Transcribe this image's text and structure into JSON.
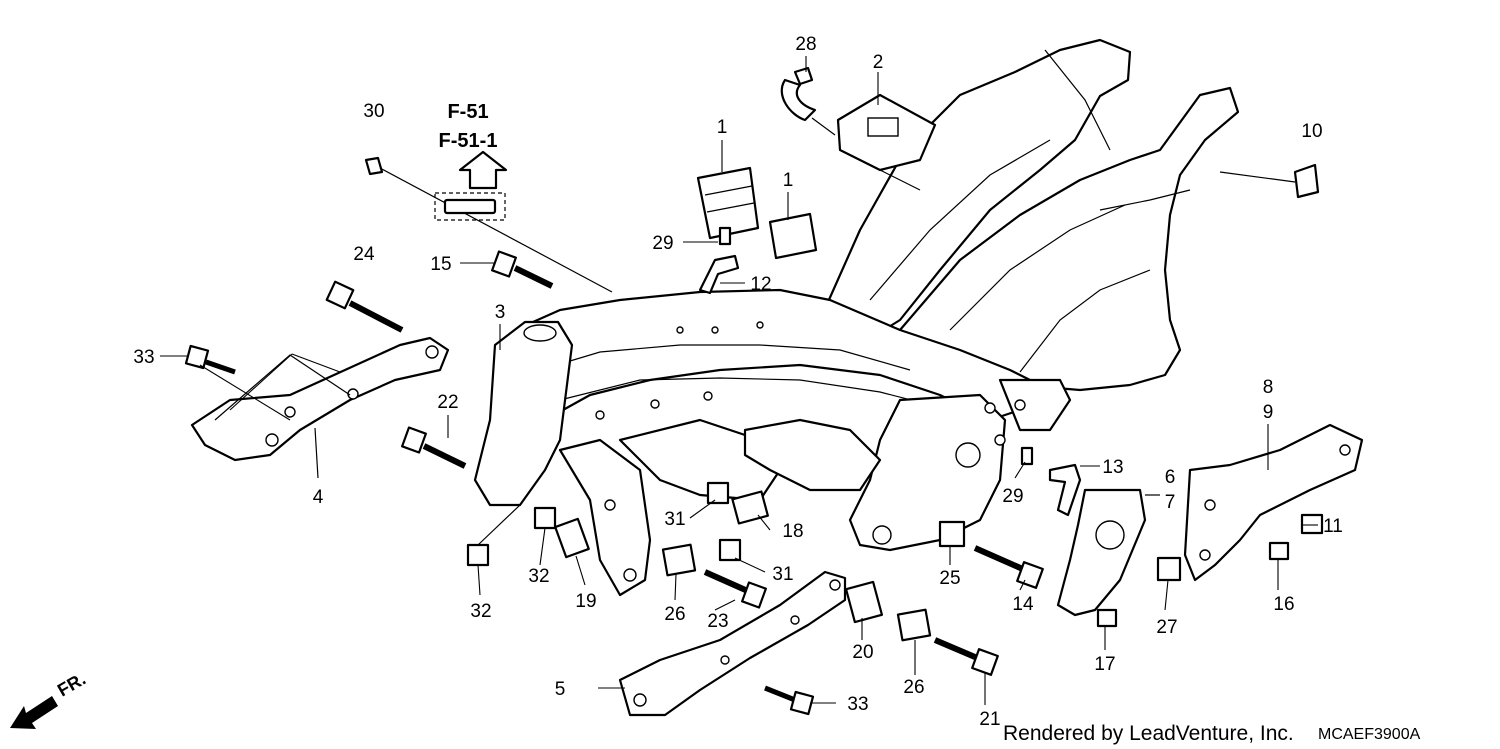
{
  "diagram": {
    "callouts": [
      {
        "id": "28",
        "text": "28"
      },
      {
        "id": "2",
        "text": "2"
      },
      {
        "id": "30",
        "text": "30"
      },
      {
        "id": "1a",
        "text": "1"
      },
      {
        "id": "1b",
        "text": "1"
      },
      {
        "id": "10",
        "text": "10"
      },
      {
        "id": "29a",
        "text": "29"
      },
      {
        "id": "24",
        "text": "24"
      },
      {
        "id": "15",
        "text": "15"
      },
      {
        "id": "12",
        "text": "12"
      },
      {
        "id": "3",
        "text": "3"
      },
      {
        "id": "33a",
        "text": "33"
      },
      {
        "id": "8",
        "text": "8"
      },
      {
        "id": "9",
        "text": "9"
      },
      {
        "id": "22",
        "text": "22"
      },
      {
        "id": "13",
        "text": "13"
      },
      {
        "id": "29b",
        "text": "29"
      },
      {
        "id": "6",
        "text": "6"
      },
      {
        "id": "7",
        "text": "7"
      },
      {
        "id": "4",
        "text": "4"
      },
      {
        "id": "31a",
        "text": "31"
      },
      {
        "id": "18",
        "text": "18"
      },
      {
        "id": "11",
        "text": "11"
      },
      {
        "id": "32a",
        "text": "32"
      },
      {
        "id": "19",
        "text": "19"
      },
      {
        "id": "31b",
        "text": "31"
      },
      {
        "id": "25",
        "text": "25"
      },
      {
        "id": "26a",
        "text": "26"
      },
      {
        "id": "23",
        "text": "23"
      },
      {
        "id": "14",
        "text": "14"
      },
      {
        "id": "16",
        "text": "16"
      },
      {
        "id": "27",
        "text": "27"
      },
      {
        "id": "32b",
        "text": "32"
      },
      {
        "id": "20",
        "text": "20"
      },
      {
        "id": "17",
        "text": "17"
      },
      {
        "id": "5",
        "text": "5"
      },
      {
        "id": "26b",
        "text": "26"
      },
      {
        "id": "33b",
        "text": "33"
      },
      {
        "id": "21",
        "text": "21"
      }
    ],
    "reference_lines": [
      "F-51",
      "F-51-1"
    ],
    "direction_label": "FR.",
    "credit": "Rendered by LeadVenture, Inc.",
    "diagram_code": "MCAEF3900A"
  }
}
